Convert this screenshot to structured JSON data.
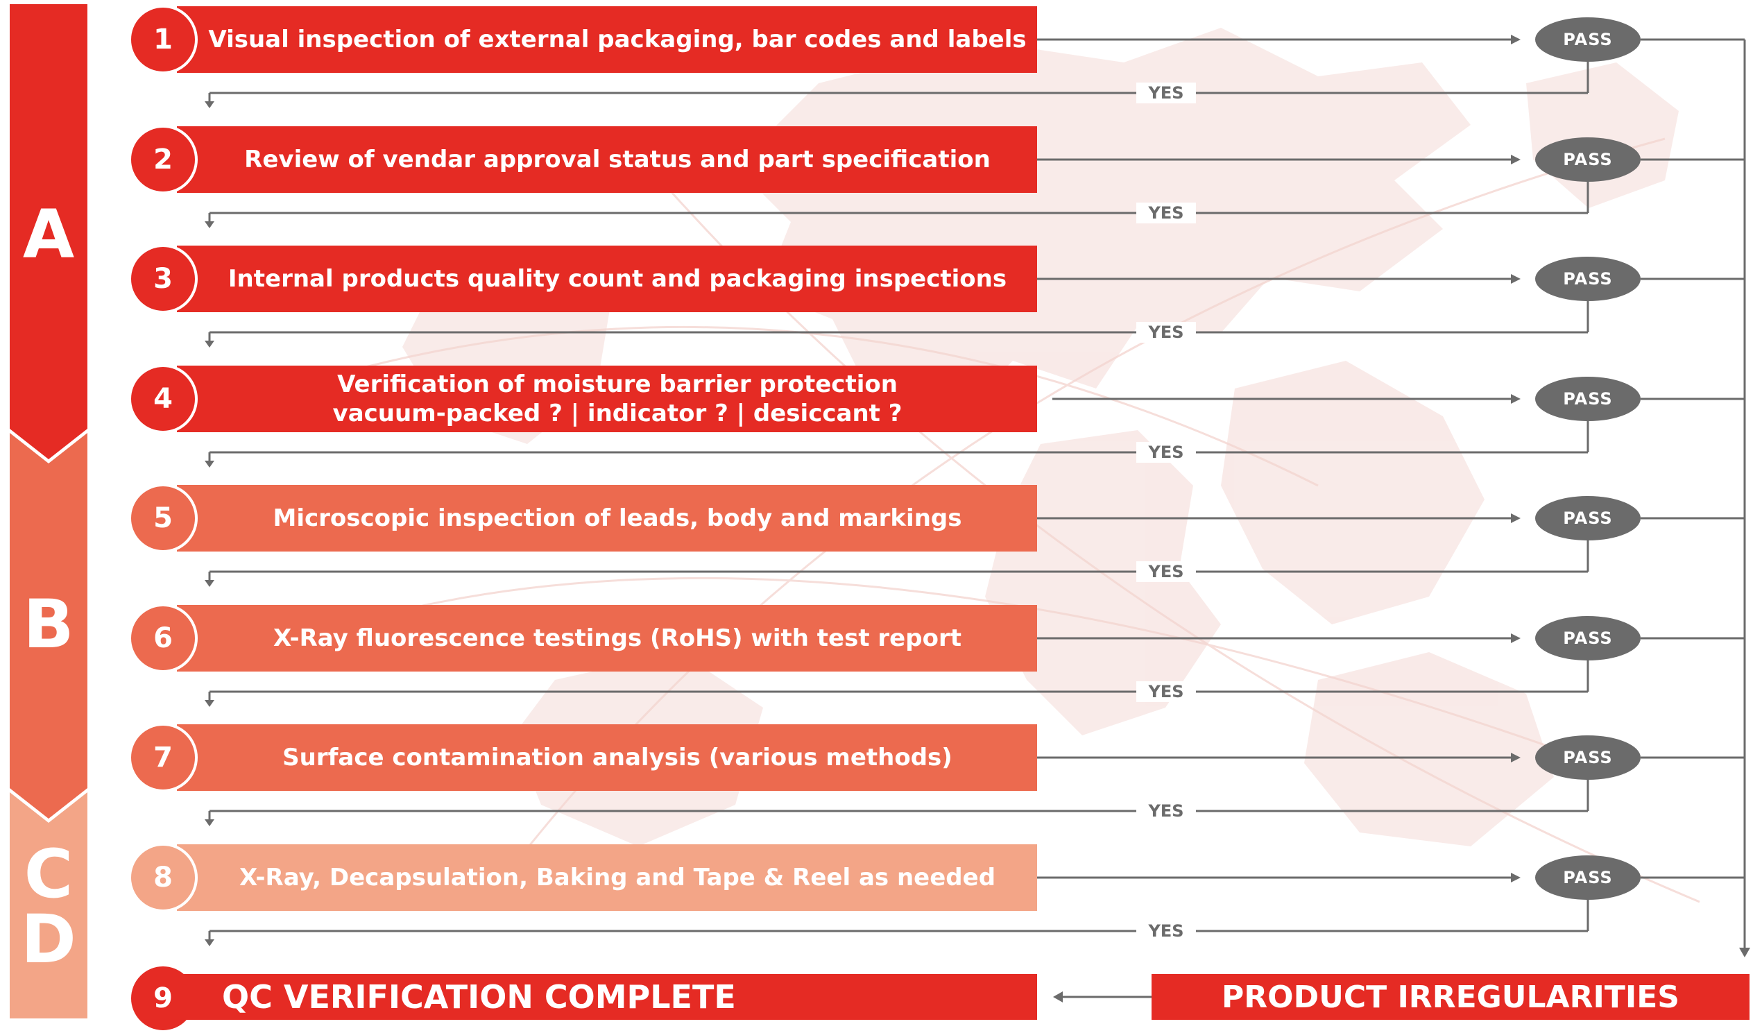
{
  "colors": {
    "phase_a": "#e52b24",
    "phase_b": "#ec6a4f",
    "phase_cd": "#f3a587",
    "pass_badge": "#6b6b6b",
    "connector": "#6b6b6b",
    "background_map": "#f6e2df"
  },
  "phases": [
    "A",
    "B",
    "C",
    "D"
  ],
  "steps": [
    {
      "number": "1",
      "lines": [
        "Visual inspection of external packaging, bar codes and labels"
      ],
      "phase": "A",
      "result": "PASS",
      "return_label": "YES"
    },
    {
      "number": "2",
      "lines": [
        "Review of vendar approval status and part specification"
      ],
      "phase": "A",
      "result": "PASS",
      "return_label": "YES"
    },
    {
      "number": "3",
      "lines": [
        "Internal products quality count and packaging inspections"
      ],
      "phase": "A",
      "result": "PASS",
      "return_label": "YES"
    },
    {
      "number": "4",
      "lines": [
        "Verification of moisture barrier protection",
        "vacuum-packed ?  |  indicator ?  |  desiccant ?"
      ],
      "phase": "A",
      "result": "PASS",
      "return_label": "YES"
    },
    {
      "number": "5",
      "lines": [
        "Microscopic inspection of leads, body and markings"
      ],
      "phase": "B",
      "result": "PASS",
      "return_label": "YES"
    },
    {
      "number": "6",
      "lines": [
        "X-Ray fluorescence testings (RoHS) with test report"
      ],
      "phase": "B",
      "result": "PASS",
      "return_label": "YES"
    },
    {
      "number": "7",
      "lines": [
        "Surface contamination analysis (various methods)"
      ],
      "phase": "B",
      "result": "PASS",
      "return_label": "YES"
    },
    {
      "number": "8",
      "lines": [
        "X-Ray, Decapsulation, Baking and Tape & Reel as needed"
      ],
      "phase": "CD",
      "result": "PASS",
      "return_label": "YES"
    }
  ],
  "final_step": {
    "number": "9",
    "label": "QC VERIFICATION COMPLETE"
  },
  "irregularities_label": "PRODUCT IRREGULARITIES"
}
